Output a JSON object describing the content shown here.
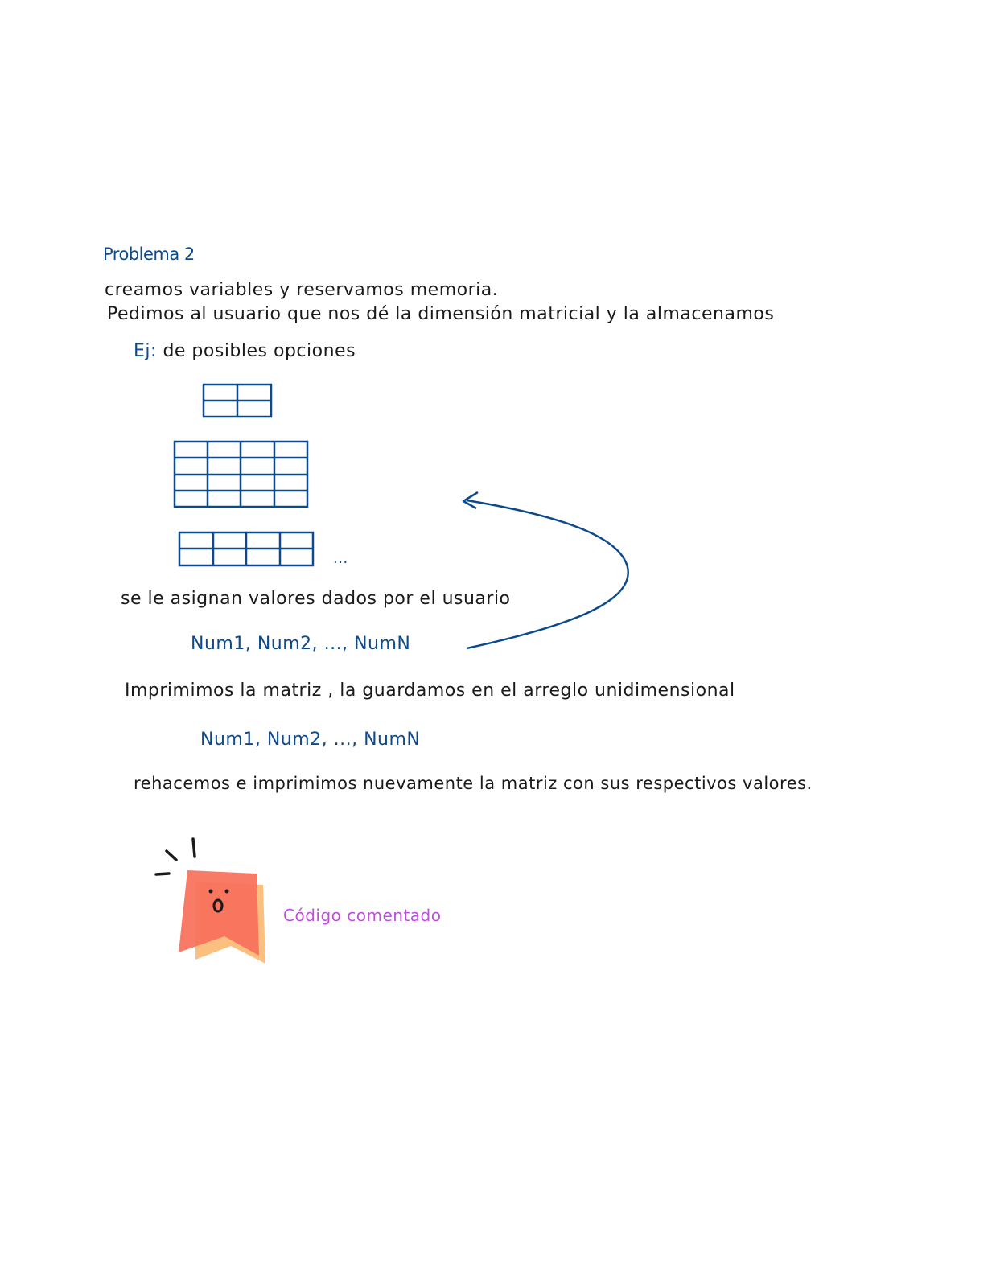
{
  "title": "Problema 2",
  "lines": {
    "l1": "creamos variables y reservamos memoria.",
    "l2": "Pedimos al usuario que nos dé la dimensión matricial y la almacenamos",
    "l3_prefix": "Ej:",
    "l3_rest": "de posibles opciones",
    "ellipsis": "...",
    "l4": "se le asignan valores dados por el usuario",
    "nums1": "Num1, Num2, ..., NumN",
    "l5": "Imprimimos la matriz , la guardamos en el arreglo unidimensional",
    "nums2": "Num1, Num2, ..., NumN",
    "l6": "rehacemos e imprimimos nuevamente la matriz con sus respectivos valores."
  },
  "sticker": {
    "label": "Código comentado",
    "icon": "bookmark-surprised-face-icon"
  },
  "colors": {
    "ink": "#1a1a1a",
    "blue": "#0d4a8c",
    "purple": "#c14de0",
    "sticker_back": "#fbbf7f",
    "sticker_front": "#f7705a"
  },
  "matrices": [
    {
      "rows": 2,
      "cols": 2
    },
    {
      "rows": 4,
      "cols": 4
    },
    {
      "rows": 2,
      "cols": 4
    }
  ]
}
